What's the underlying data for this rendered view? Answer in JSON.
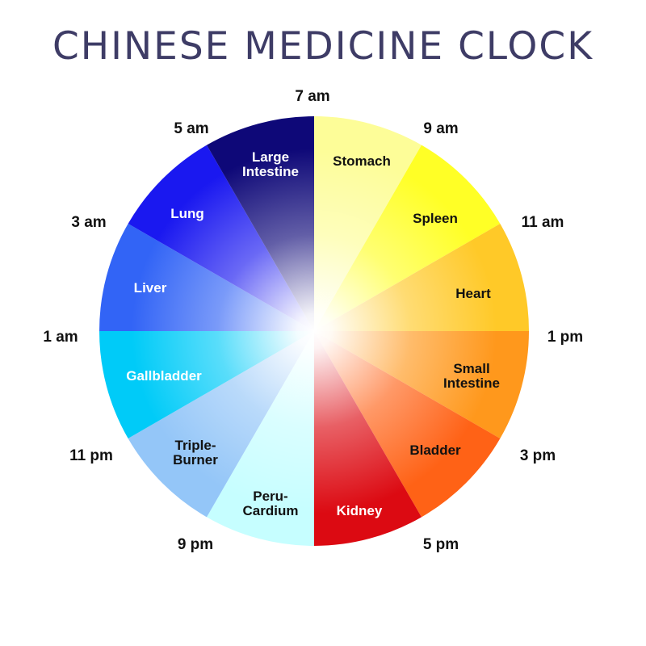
{
  "title": "CHINESE MEDICINE CLOCK",
  "times": [
    "7 am",
    "9 am",
    "11 am",
    "1 pm",
    "3 pm",
    "5 pm",
    "9 pm",
    "11 pm",
    "1 am",
    "3 am",
    "5 am"
  ],
  "organs": [
    {
      "name": "Stomach",
      "color": "#fdfd98"
    },
    {
      "name": "Spleen",
      "color": "#ffff26"
    },
    {
      "name": "Heart",
      "color": "#ffc928"
    },
    {
      "name": "Small\nIntestine",
      "color": "#ff981c"
    },
    {
      "name": "Bladder",
      "color": "#ff6216"
    },
    {
      "name": "Kidney",
      "color": "#dc0a12"
    },
    {
      "name": "Peru-\nCardium",
      "color": "#c6feff"
    },
    {
      "name": "Triple-\nBurner",
      "color": "#94c6f8"
    },
    {
      "name": "Gallbladder",
      "color": "#00cbf8"
    },
    {
      "name": "Liver",
      "color": "#3264f6"
    },
    {
      "name": "Lung",
      "color": "#1a18f0"
    },
    {
      "name": "Large\nIntestine",
      "color": "#0e0878"
    }
  ]
}
